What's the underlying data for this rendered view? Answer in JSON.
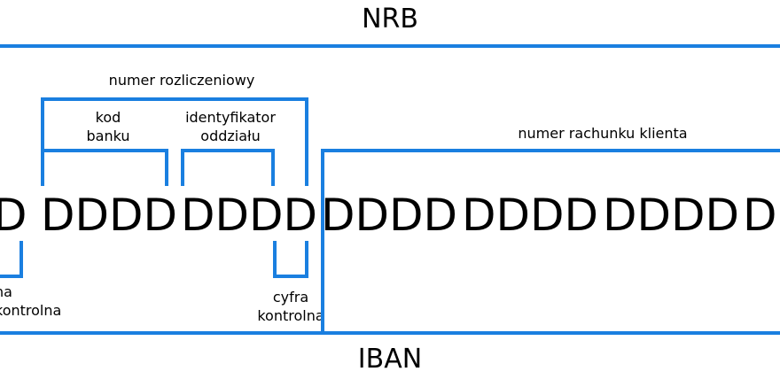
{
  "title_top": "NRB",
  "title_bottom": "IBAN",
  "labels": {
    "settlement_number": "numer rozliczeniowy",
    "bank_code": "kod banku",
    "branch_id": "identyfikator oddziału",
    "customer_account": "numer rachunku klienta",
    "check_digit": "cyfra kontrolna",
    "left_check_digits_partial": "na kontrolna"
  },
  "digit_groups": [
    "D",
    "DDDD",
    "DDDD",
    "DDDD",
    "DDDD",
    "DDDD",
    "D"
  ],
  "colors": {
    "bracket": "#1a7fe0",
    "text": "#000000"
  }
}
